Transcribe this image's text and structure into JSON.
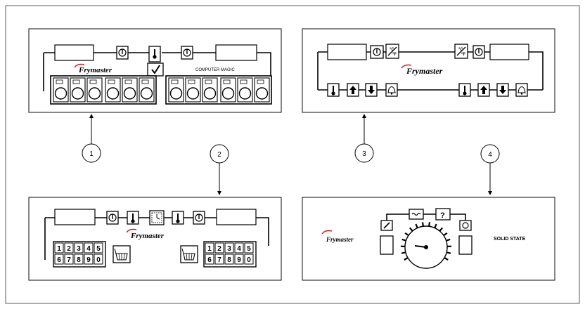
{
  "colors": {
    "frame": "#5a5a5a",
    "panel_border": "#222222",
    "ink": "#000000",
    "brand_swoosh": "#cc1f1f"
  },
  "callouts": [
    {
      "number": "1"
    },
    {
      "number": "2"
    },
    {
      "number": "3"
    },
    {
      "number": "4"
    }
  ],
  "panels": {
    "p1": {
      "brand": "Frymaster",
      "model_text": "COMPUTER MAGIC"
    },
    "p2": {
      "brand": "Frymaster",
      "keypad_left": [
        "1",
        "2",
        "3",
        "4",
        "5",
        "6",
        "7",
        "8",
        "9",
        "0"
      ],
      "keypad_right": [
        "1",
        "2",
        "3",
        "4",
        "5",
        "6",
        "7",
        "8",
        "9",
        "0"
      ]
    },
    "p3": {
      "brand": "Frymaster"
    },
    "p4": {
      "brand": "Frymaster",
      "model_text": "SOLID STATE"
    }
  }
}
